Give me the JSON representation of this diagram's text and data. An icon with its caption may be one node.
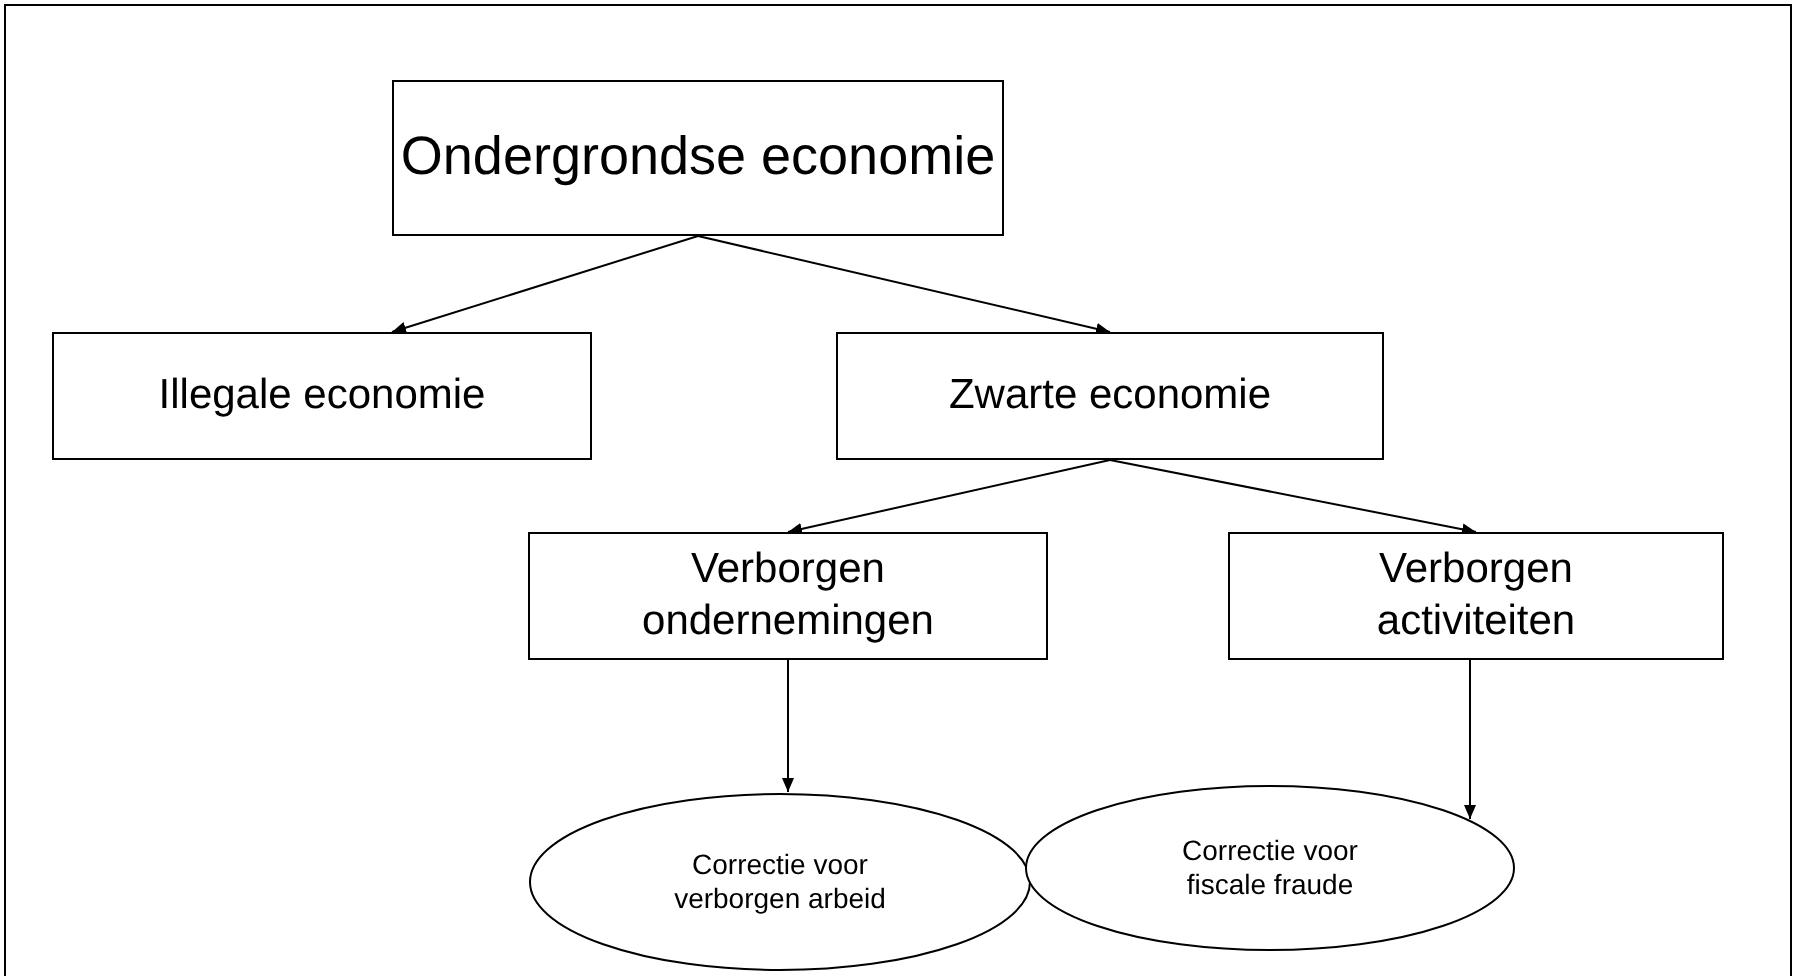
{
  "diagram": {
    "nodes": [
      {
        "text": [
          "Ondergrondse economie"
        ]
      },
      {
        "text": [
          "Illegale economie"
        ]
      },
      {
        "text": [
          "Zwarte economie"
        ]
      },
      {
        "text": [
          "Verborgen ondernemingen"
        ]
      },
      {
        "text": [
          "Verborgen activiteiten"
        ]
      },
      {
        "text": [
          "Correctie voor verborgen arbeid"
        ]
      },
      {
        "text": [
          "Correctie voor fiscale fraude"
        ]
      }
    ],
    "edges": [
      {
        "from": 0,
        "to": 1,
        "arrow": "to"
      },
      {
        "from": 0,
        "to": 2,
        "arrow": "to"
      },
      {
        "from": 2,
        "to": 3,
        "arrow": "to"
      },
      {
        "from": 2,
        "to": 4,
        "arrow": "to"
      },
      {
        "from": 3,
        "to": 5,
        "arrow": "to"
      },
      {
        "from": 4,
        "to": 6,
        "arrow": "to"
      }
    ]
  }
}
